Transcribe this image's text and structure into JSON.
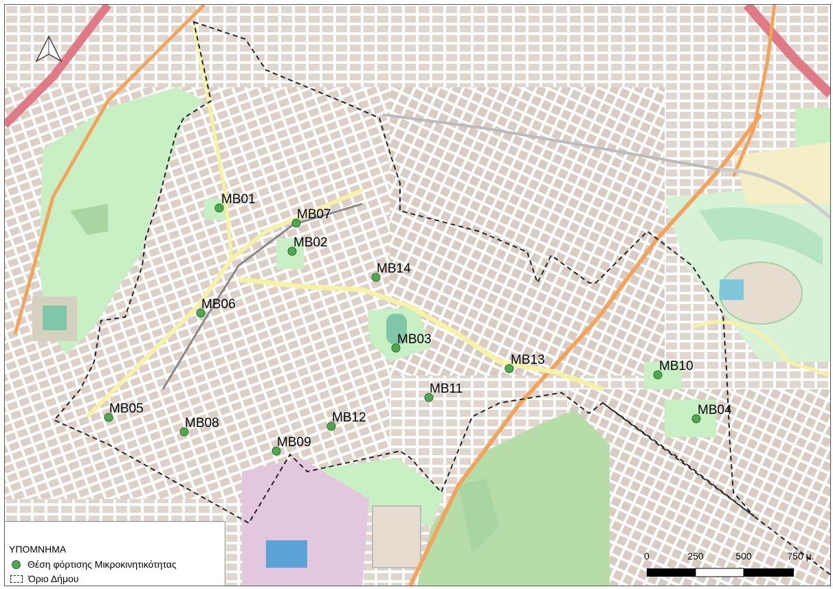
{
  "legend": {
    "title": "ΥΠΟΜΝΗΜΑ",
    "items": [
      {
        "symbol": "green-dot",
        "label": "Θέση φόρτισης Μικροκινητικότητας"
      },
      {
        "symbol": "dashed-box",
        "label": "Όριο Δήμου"
      }
    ]
  },
  "scale_bar": {
    "ticks": [
      "0",
      "250",
      "500",
      "750 μ."
    ]
  },
  "stations": [
    "MB01",
    "MB07",
    "MB02",
    "MB14",
    "MB06",
    "MB03",
    "MB13",
    "MB10",
    "MB11",
    "MB04",
    "MB05",
    "MB08",
    "MB12",
    "MB09"
  ],
  "colors": {
    "station_fill": "#4fa84f",
    "boundary": "#222222",
    "park": "#c8f0c4",
    "forest": "#b6dca8",
    "road_major": "#f2a45c",
    "road_secondary": "#f6f3a8",
    "motorway": "#e07a86",
    "block": "#ddd0c6",
    "background": "#ede7df"
  }
}
